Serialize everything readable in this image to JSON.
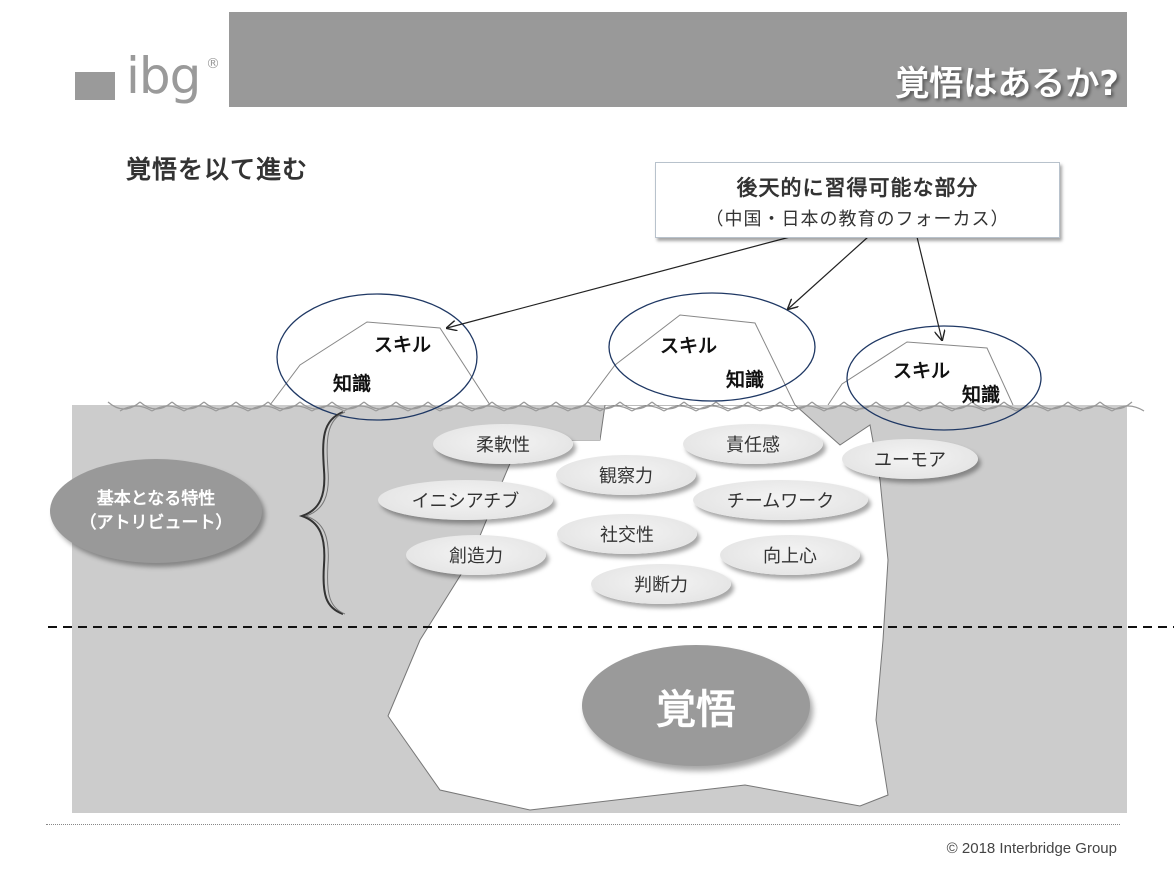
{
  "header": {
    "logo_text": "ibg",
    "logo_mark": "®",
    "title": "覚悟はあるか?"
  },
  "subtitle": "覚悟を以て進む",
  "callout": {
    "line1": "後天的に習得可能な部分",
    "line2": "（中国・日本の教育のフォーカス）"
  },
  "icebergs": [
    {
      "skill": "スキル",
      "knowledge": "知識"
    },
    {
      "skill": "スキル",
      "knowledge": "知識"
    },
    {
      "skill": "スキル",
      "knowledge": "知識"
    }
  ],
  "attributes_label": {
    "line1": "基本となる特性",
    "line2": "（アトリビュート）"
  },
  "attributes": [
    "柔軟性",
    "観察力",
    "責任感",
    "ユーモア",
    "イニシアチブ",
    "チームワーク",
    "社交性",
    "創造力",
    "向上心",
    "判断力"
  ],
  "core": "覚悟",
  "footer": {
    "copyright": "© 2018 Interbridge Group"
  },
  "colors": {
    "title_bar": "#999999",
    "water": "#cccccc",
    "ellipse_outline": "#1f3864",
    "dark_ellipse": "#999999"
  }
}
